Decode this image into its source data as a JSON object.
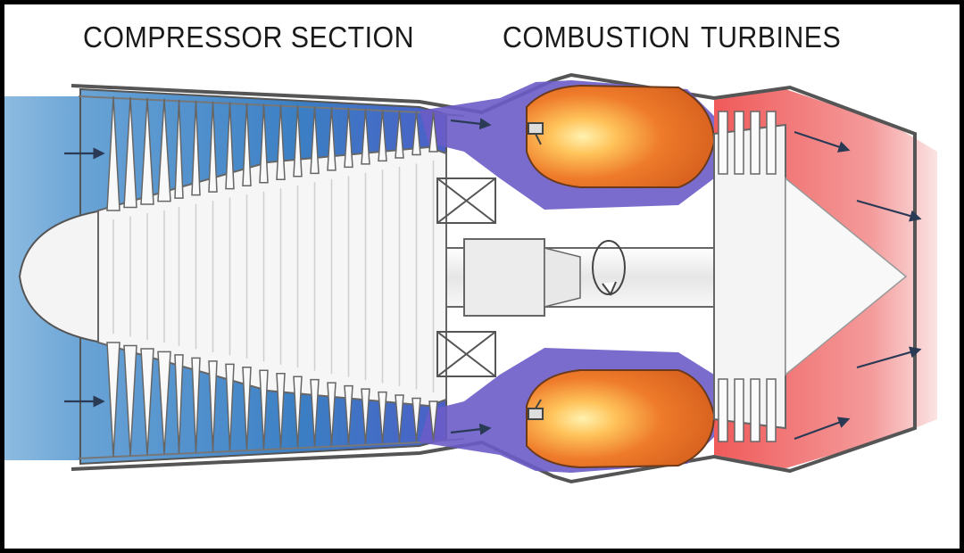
{
  "labels": {
    "compressor": "COMPRESSOR SECTION",
    "combustion": "COMBUSTION",
    "turbines": "TURBINES"
  },
  "colors": {
    "intake_air": "#7fb2dc",
    "compressor_blue": "#3b7fc4",
    "combustion_purple": "#6a5cc8",
    "flame_orange": "#ee7a2a",
    "flame_core": "#ffd36b",
    "exhaust_red": "#f26b6b",
    "metal": "#f2f2f2",
    "outline": "#444444"
  },
  "icons": {
    "airflow_arrow": "arrow-icon",
    "rotation": "rotation-arrow-icon"
  }
}
